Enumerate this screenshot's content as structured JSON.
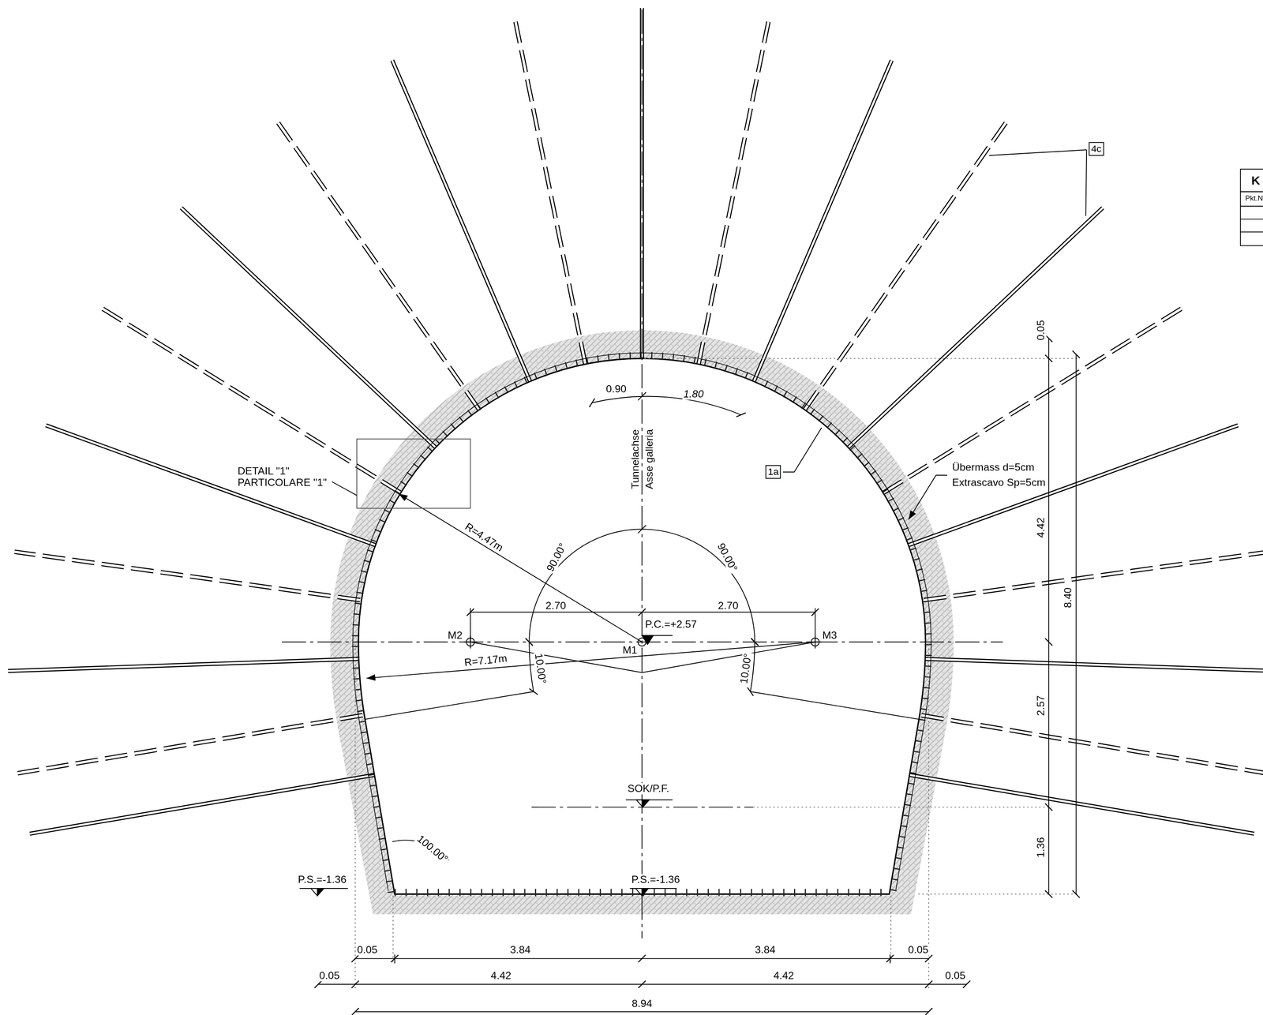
{
  "diagram": {
    "nodes": [
      {
        "text": [
          "4c"
        ]
      },
      {
        "text": [
          "1a"
        ]
      }
    ],
    "labels": [
      "0.90",
      "1.80",
      "Tunnelachse",
      "Asse galleria",
      "DETAIL \"1\"",
      "PARTICOLARE \"1\"",
      "R=4.47m",
      "90.00°",
      "90.00°",
      "2.70",
      "2.70",
      "P.C.=+2.57",
      "M2",
      "M1",
      "M3",
      "R=7.17m",
      "10.00°",
      "10.00°",
      "SOK/P.F.",
      "100.00°",
      "P.S.=-1.36",
      "P.S.=-1.36",
      "0.05",
      "3.84",
      "3.84",
      "0.05",
      "0.05",
      "4.42",
      "4.42",
      "0.05",
      "8.94",
      "Übermass d=5cm",
      "Extrascavo Sp=5cm",
      "0.05",
      "4.42",
      "8.40",
      "2.57",
      "1.36",
      "K",
      "Pkt.N"
    ]
  }
}
